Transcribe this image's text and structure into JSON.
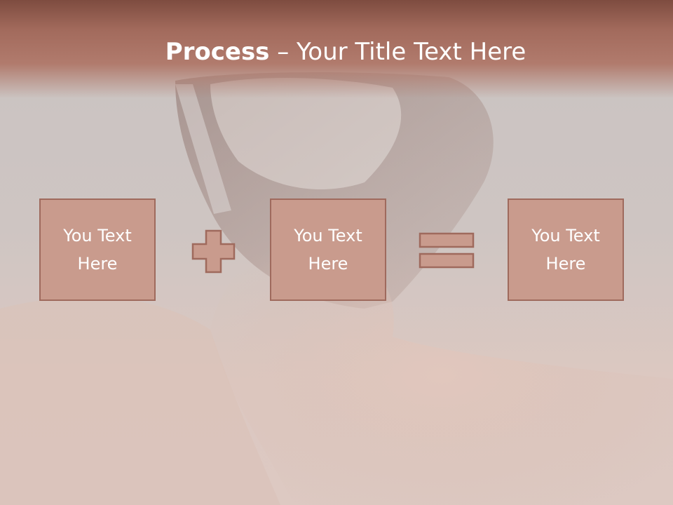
{
  "slide": {
    "title_bold": "Process",
    "title_rest": " – Your Title Text Here",
    "boxes": [
      {
        "line1": "You Text",
        "line2": "Here"
      },
      {
        "line1": "You Text",
        "line2": "Here"
      },
      {
        "line1": "You Text",
        "line2": "Here"
      }
    ],
    "operators": [
      "plus-icon",
      "equals-icon"
    ]
  },
  "colors": {
    "title_bar": "#a26a5c",
    "box_fill": "#c99b8d",
    "box_border": "#9f6a5d",
    "operator_fill": "#c99b8d",
    "operator_border": "#9f6a5d",
    "text": "#ffffff"
  }
}
